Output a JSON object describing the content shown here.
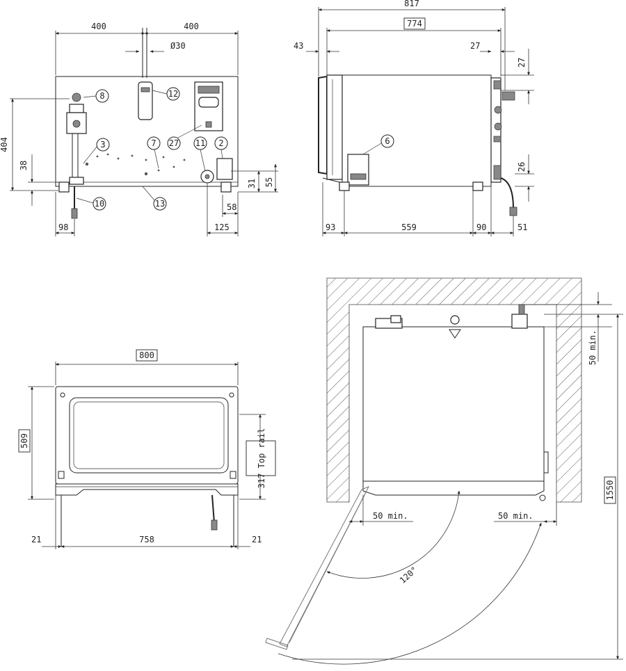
{
  "front_view": {
    "dims": {
      "w_left": "400",
      "w_right": "400",
      "diameter": "Ø30",
      "h_404": "404",
      "h_38": "38",
      "h_31": "31",
      "h_55": "55",
      "w_58_bottom_right": "58",
      "w_125": "125",
      "w_98": "98"
    },
    "callouts": [
      "8",
      "12",
      "3",
      "7",
      "27",
      "11",
      "2",
      "10",
      "13"
    ]
  },
  "side_view": {
    "dims": {
      "total_817": "817",
      "depth_774": "774",
      "d_43": "43",
      "d_27_top": "27",
      "h_27_right": "27",
      "h_26": "26",
      "d_93": "93",
      "d_559": "559",
      "d_90": "90",
      "d_51": "51"
    },
    "callouts": [
      "6"
    ]
  },
  "door_view": {
    "dims": {
      "width_800": "800",
      "height_509": "509",
      "top_rail": "317 Top rail",
      "left_21": "21",
      "mid_758": "758",
      "right_21": "21"
    }
  },
  "plan_view": {
    "dims": {
      "top_min": "50 min.",
      "left_min": "50 min.",
      "right_min": "50 min.",
      "angle": "120°",
      "swing": "1550"
    }
  }
}
